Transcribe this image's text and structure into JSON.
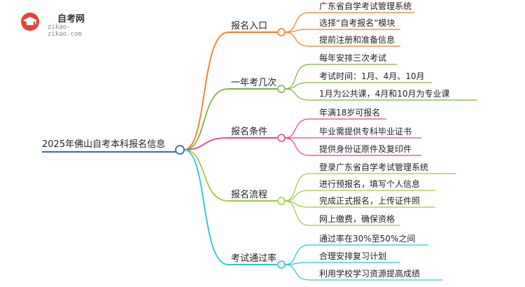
{
  "logo": {
    "title": "自考网",
    "subtitle": "zikao-zikao.com"
  },
  "root": {
    "label": "2025年佛山自考本科报名信息",
    "color": "#2a6fb0"
  },
  "branches": [
    {
      "label": "报名入口",
      "color": "#f07a20",
      "leaves": [
        "广东省自学考试管理系统",
        "选择“自考报名”模块",
        "提前注册和准备信息"
      ]
    },
    {
      "label": "一年考几次",
      "color": "#7cb342",
      "leaves": [
        "每年安排三次考试",
        "考试时间：1月、4月、10月",
        "1月为公共课，4月和10月为专业课"
      ]
    },
    {
      "label": "报名条件",
      "color": "#e83e8c",
      "leaves": [
        "年满18岁可报名",
        "毕业需提供专科毕业证书",
        "提供身份证原件及复印件"
      ]
    },
    {
      "label": "报名流程",
      "color": "#9ccc3a",
      "leaves": [
        "登录广东省自学考试管理系统",
        "进行预报名，填写个人信息",
        "完成正式报名，上传证件照",
        "网上缴费，确保资格"
      ]
    },
    {
      "label": "考试通过率",
      "color": "#26c6da",
      "leaves": [
        "通过率在30%至50%之间",
        "合理安排复习计划",
        "利用学校学习资源提高成绩"
      ]
    }
  ]
}
